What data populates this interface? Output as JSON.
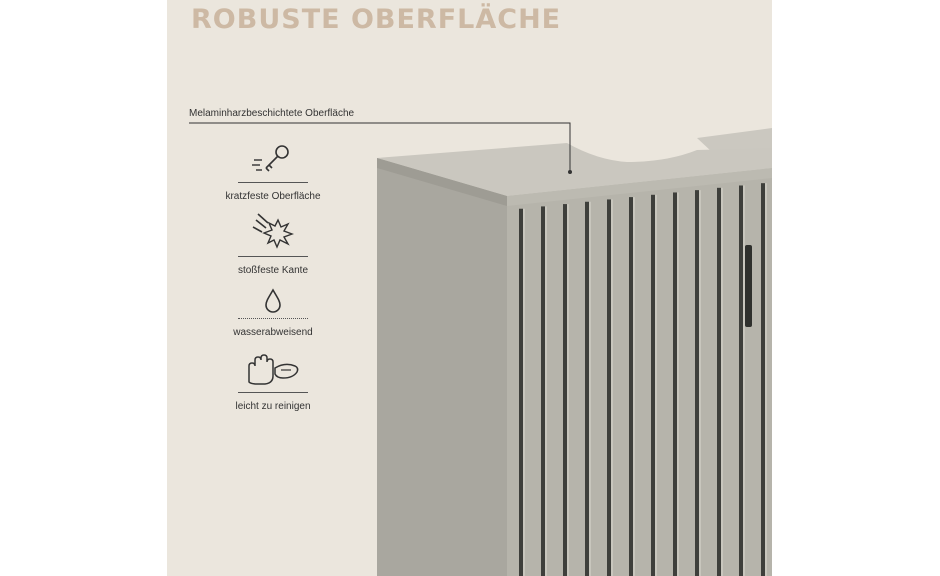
{
  "headline": "ROBUSTE OBERFLÄCHE",
  "callout": "Melaminharzbeschichtete Oberfläche",
  "features": [
    {
      "label": "kratzfeste Oberfläche",
      "icon": "key-scratch-icon"
    },
    {
      "label": "stoßfeste Kante",
      "icon": "impact-burst-icon"
    },
    {
      "label": "wasserabweisend",
      "icon": "water-drop-icon"
    },
    {
      "label": "leicht zu reinigen",
      "icon": "wiping-hand-icon"
    }
  ],
  "colors": {
    "background": "#ebe6dd",
    "headline": "#cdb9a4",
    "cabinet": "#b4b2a9",
    "cabinet_top": "#c9c6bd",
    "slat_shadow": "#3e3f3b"
  }
}
